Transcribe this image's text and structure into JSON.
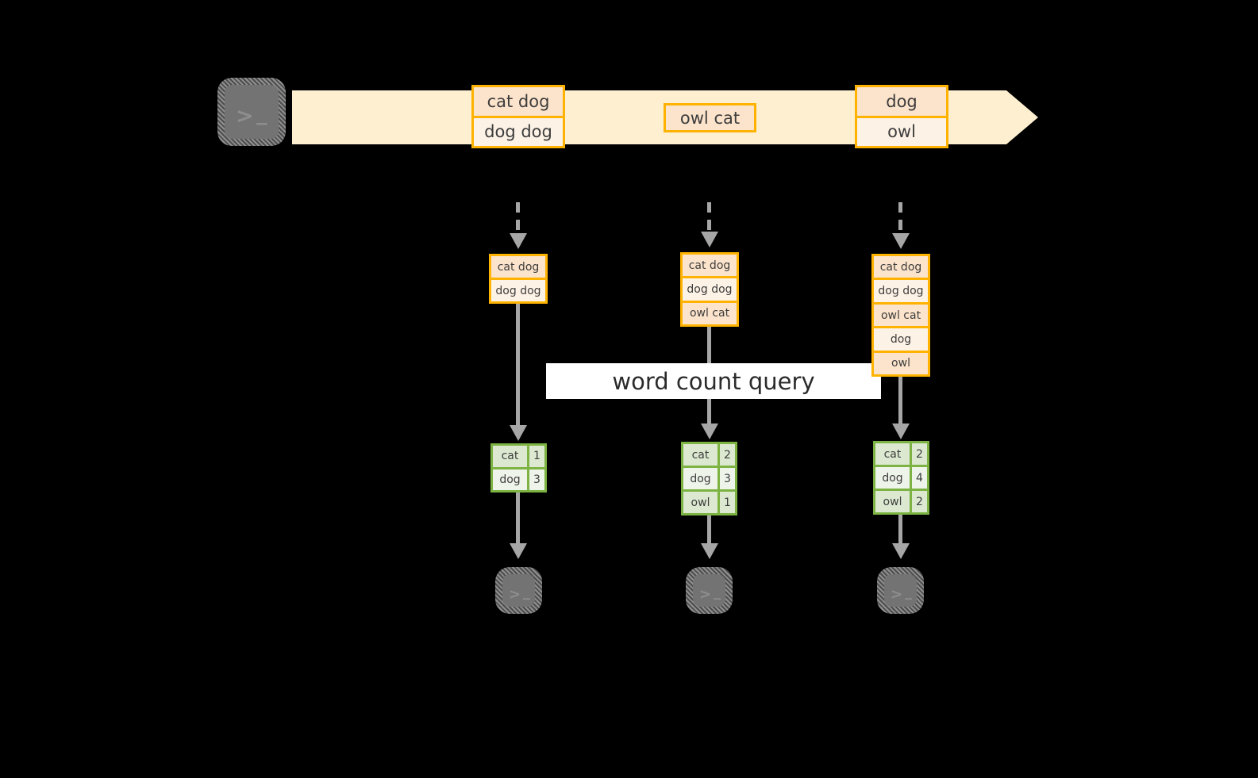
{
  "diagram": {
    "title_label": "word count query",
    "colors": {
      "background": "#000000",
      "stream_band": "#FDEFD0",
      "record_border": "#FFB300",
      "record_fill_light": "#FDF2E6",
      "record_fill_dark": "#FCE3CB",
      "table_border": "#7CB342",
      "table_fill_shade": "#DCE8D0",
      "table_fill_plain": "#EFF4EA",
      "connector": "#A6A6A6",
      "terminal_body": "#737373",
      "label_background": "#FFFFFF"
    },
    "source_terminal": {
      "icon": "terminal-icon",
      "prompt": ">",
      "cursor": "_"
    },
    "stream": {
      "direction_icon": "arrow-right-icon",
      "events": [
        {
          "id": "event-1",
          "lines": [
            "cat dog",
            "dog dog"
          ]
        },
        {
          "id": "event-2",
          "lines": [
            "owl cat"
          ]
        },
        {
          "id": "event-3",
          "lines": [
            "dog",
            "owl"
          ]
        }
      ]
    },
    "snapshots": [
      {
        "id": "snapshot-1",
        "lines": [
          "cat dog",
          "dog dog"
        ],
        "results": [
          {
            "word": "cat",
            "count": "1"
          },
          {
            "word": "dog",
            "count": "3"
          }
        ],
        "sink": {
          "icon": "terminal-icon",
          "prompt": ">",
          "cursor": "_"
        }
      },
      {
        "id": "snapshot-2",
        "lines": [
          "cat dog",
          "dog dog",
          "owl cat"
        ],
        "results": [
          {
            "word": "cat",
            "count": "2"
          },
          {
            "word": "dog",
            "count": "3"
          },
          {
            "word": "owl",
            "count": "1"
          }
        ],
        "sink": {
          "icon": "terminal-icon",
          "prompt": ">",
          "cursor": "_"
        }
      },
      {
        "id": "snapshot-3",
        "lines": [
          "cat dog",
          "dog dog",
          "owl cat",
          "dog",
          "owl"
        ],
        "results": [
          {
            "word": "cat",
            "count": "2"
          },
          {
            "word": "dog",
            "count": "4"
          },
          {
            "word": "owl",
            "count": "2"
          }
        ],
        "sink": {
          "icon": "terminal-icon",
          "prompt": ">",
          "cursor": "_"
        }
      }
    ]
  }
}
